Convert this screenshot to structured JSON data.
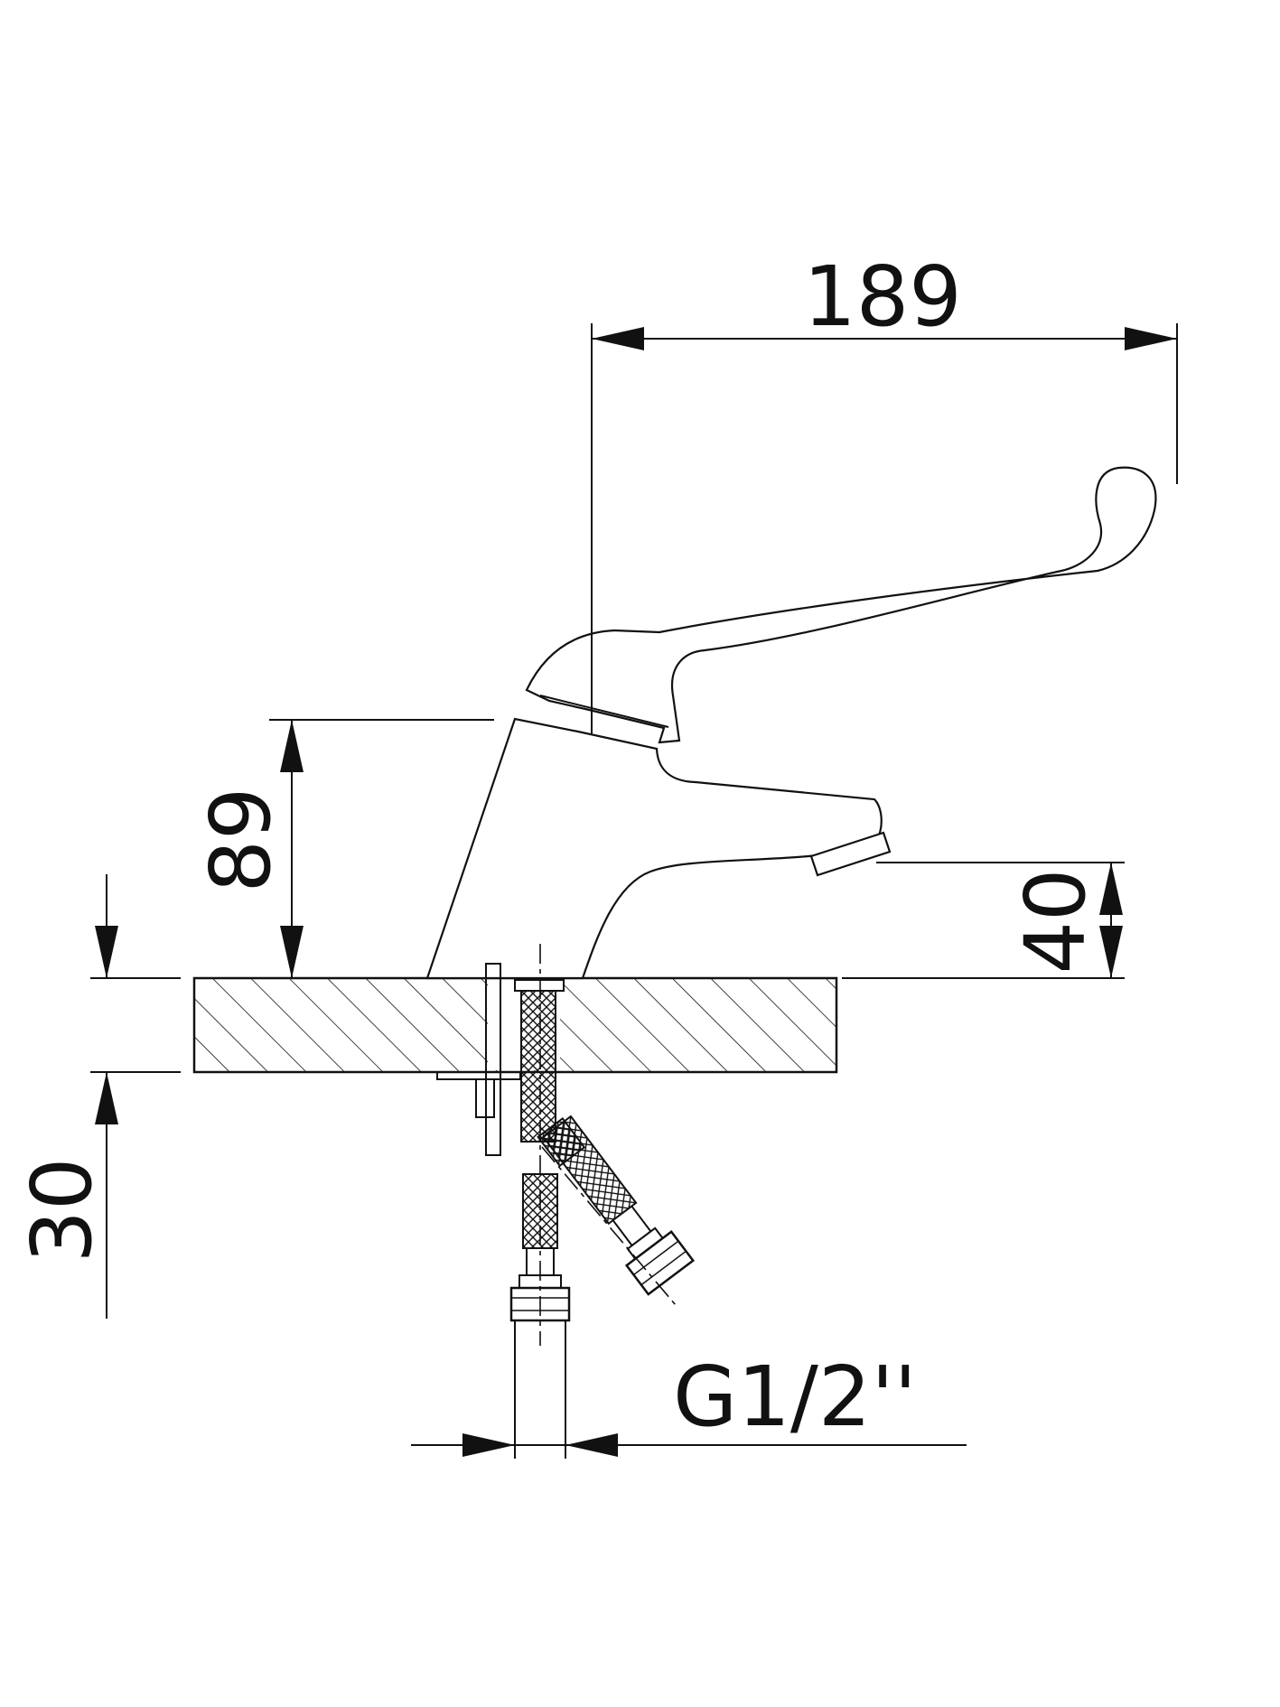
{
  "dimensions": {
    "lever_reach": "189",
    "spout_height": "89",
    "outlet_clearance": "40",
    "deck_thickness": "30",
    "thread_size": "G1/2''"
  },
  "colors": {
    "line": "#111111",
    "background": "#ffffff"
  }
}
